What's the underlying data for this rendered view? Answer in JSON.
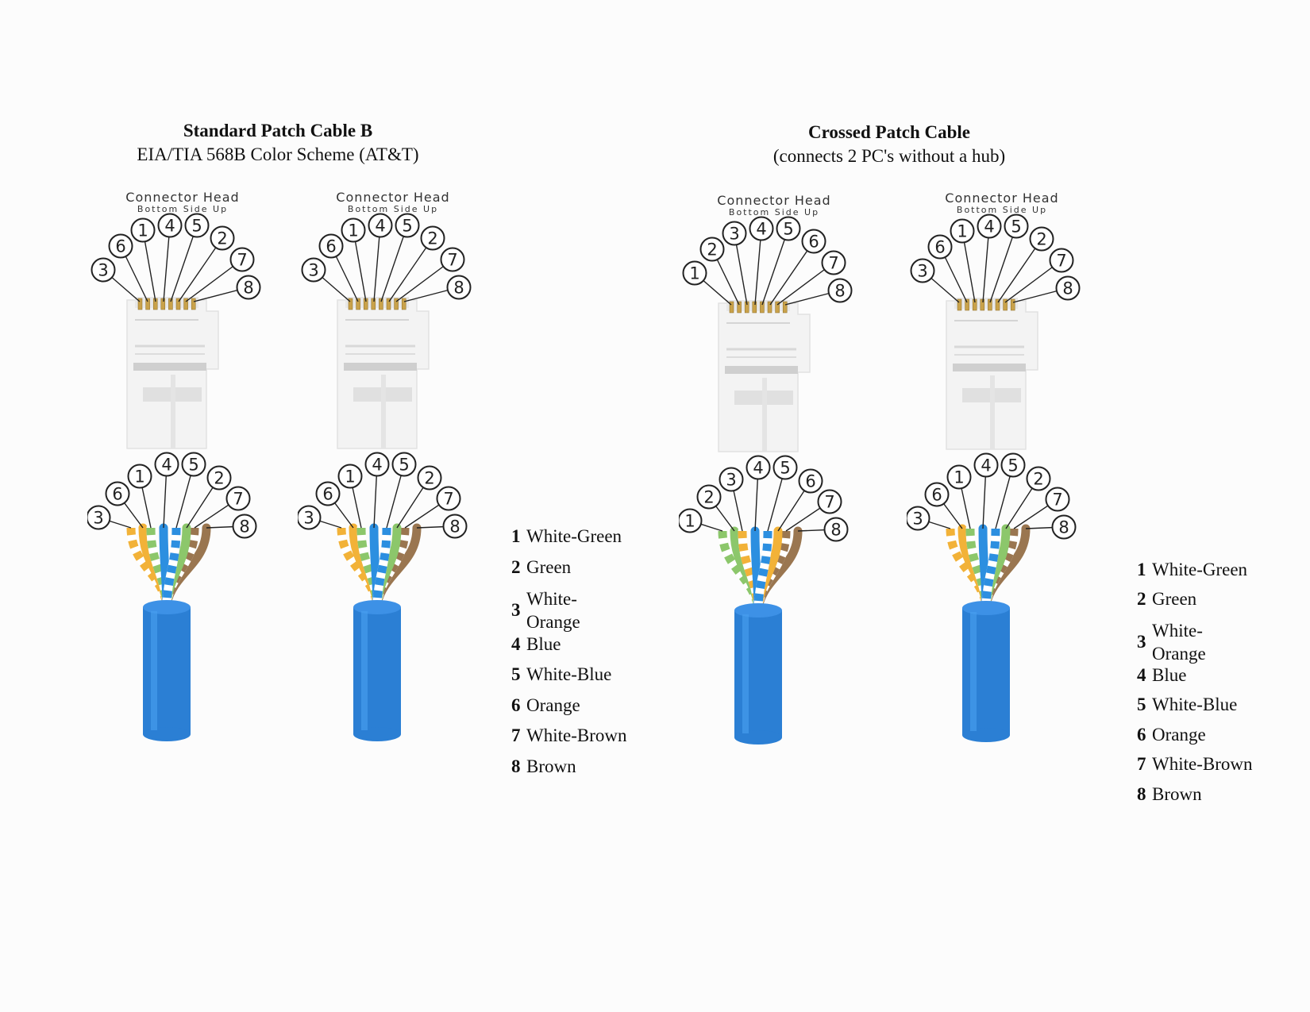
{
  "standard": {
    "title": "Standard Patch Cable B",
    "subtitle": "EIA/TIA 568B Color Scheme (AT&T)"
  },
  "crossed": {
    "title": "Crossed Patch Cable",
    "subtitle": "(connects 2 PC's without a hub)"
  },
  "connector": {
    "label": "Connector Head",
    "sublabel": "Bottom Side Up"
  },
  "pin_order": {
    "standard": [
      "3",
      "6",
      "1",
      "4",
      "5",
      "2",
      "7",
      "8"
    ],
    "crossed": [
      "1",
      "2",
      "3",
      "4",
      "5",
      "6",
      "7",
      "8"
    ]
  },
  "legend_standard": [
    {
      "num": "1",
      "label": "White-Green"
    },
    {
      "num": "2",
      "label": "Green"
    },
    {
      "num": "3",
      "label": "White-\nOrange"
    },
    {
      "num": "4",
      "label": "Blue"
    },
    {
      "num": "5",
      "label": "White-Blue"
    },
    {
      "num": "6",
      "label": "Orange"
    },
    {
      "num": "7",
      "label": "White-Brown"
    },
    {
      "num": "8",
      "label": "Brown"
    }
  ],
  "legend_crossed": [
    {
      "num": "1",
      "label": "White-Green"
    },
    {
      "num": "2",
      "label": "Green"
    },
    {
      "num": "3",
      "label": "White-\nOrange"
    },
    {
      "num": "4",
      "label": "Blue"
    },
    {
      "num": "5",
      "label": "White-Blue"
    },
    {
      "num": "6",
      "label": "Orange"
    },
    {
      "num": "7",
      "label": "White-Brown"
    },
    {
      "num": "8",
      "label": "Brown"
    }
  ],
  "colors": {
    "cable_blue": "#2b7fd4",
    "orange": "#f2b238",
    "green": "#8cc76b",
    "blue": "#2c8fe0",
    "brown": "#9a7650"
  }
}
